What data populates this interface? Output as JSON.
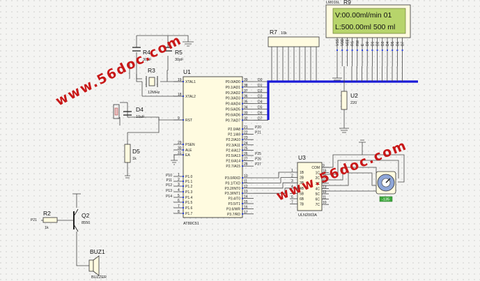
{
  "watermark": "www.56doc.com",
  "lcd": {
    "ref": "R9",
    "part": "LM016L",
    "line1": "V:00.00ml/min  01",
    "line2": "L:500.00ml 500 ml",
    "pins": [
      "VSS",
      "VDD",
      "VEE",
      "RS",
      "RW",
      "E",
      "D0",
      "D1",
      "D2",
      "D3",
      "D4",
      "D5",
      "D6",
      "D7"
    ]
  },
  "mcu": {
    "ref": "U1",
    "part": "AT89C51",
    "left_pins": [
      {
        "num": "19",
        "name": "XTAL1"
      },
      {
        "num": "18",
        "name": "XTAL2"
      },
      {
        "num": "9",
        "name": "RST"
      },
      {
        "num": "29",
        "name": "PSEN"
      },
      {
        "num": "30",
        "name": "ALE"
      },
      {
        "num": "31",
        "name": "EA"
      },
      {
        "num": "1",
        "name": "P1.0"
      },
      {
        "num": "2",
        "name": "P1.1"
      },
      {
        "num": "3",
        "name": "P1.2"
      },
      {
        "num": "4",
        "name": "P1.3"
      },
      {
        "num": "5",
        "name": "P1.4"
      },
      {
        "num": "6",
        "name": "P1.5"
      },
      {
        "num": "7",
        "name": "P1.6"
      },
      {
        "num": "8",
        "name": "P1.7"
      }
    ],
    "right_pins": [
      {
        "num": "39",
        "name": "P0.0/AD0"
      },
      {
        "num": "38",
        "name": "P0.1/AD1"
      },
      {
        "num": "37",
        "name": "P0.2/AD2"
      },
      {
        "num": "36",
        "name": "P0.3/AD3"
      },
      {
        "num": "35",
        "name": "P0.4/AD4"
      },
      {
        "num": "34",
        "name": "P0.5/AD5"
      },
      {
        "num": "33",
        "name": "P0.6/AD6"
      },
      {
        "num": "32",
        "name": "P0.7/AD7"
      },
      {
        "num": "21",
        "name": "P2.0/A8"
      },
      {
        "num": "22",
        "name": "P2.1/A9"
      },
      {
        "num": "23",
        "name": "P2.2/A10"
      },
      {
        "num": "24",
        "name": "P2.3/A11"
      },
      {
        "num": "25",
        "name": "P2.4/A12"
      },
      {
        "num": "26",
        "name": "P2.5/A13"
      },
      {
        "num": "27",
        "name": "P2.6/A14"
      },
      {
        "num": "28",
        "name": "P2.7/A15"
      },
      {
        "num": "10",
        "name": "P3.0/RXD"
      },
      {
        "num": "11",
        "name": "P3.1/TXD"
      },
      {
        "num": "12",
        "name": "P3.2/INT0"
      },
      {
        "num": "13",
        "name": "P3.3/INT1"
      },
      {
        "num": "14",
        "name": "P3.4/T0"
      },
      {
        "num": "15",
        "name": "P3.5/T1"
      },
      {
        "num": "16",
        "name": "P3.6/WR"
      },
      {
        "num": "17",
        "name": "P3.7/RD"
      }
    ],
    "bus_labels": [
      "D0",
      "D1",
      "D2",
      "D3",
      "D4",
      "D5",
      "D6",
      "D7"
    ],
    "p2_labels": [
      "P20",
      "P21",
      "P25",
      "P26",
      "P27"
    ],
    "p1_labels": [
      "P10",
      "P11",
      "P12",
      "P13",
      "P14"
    ]
  },
  "r7": {
    "ref": "R7",
    "value": "10k"
  },
  "r3": {
    "ref": "R3",
    "value": "12MHz"
  },
  "r4": {
    "ref": "R4",
    "value": "30pF"
  },
  "r5": {
    "ref": "R5",
    "value": "30pF"
  },
  "d4": {
    "ref": "D4",
    "value": "10uF"
  },
  "d5": {
    "ref": "D5",
    "value": "1k"
  },
  "u2": {
    "ref": "U2",
    "value": "220"
  },
  "u3": {
    "ref": "U3",
    "part": "ULN2003A",
    "left": [
      "1B",
      "2B",
      "3B",
      "4B",
      "5B",
      "6B",
      "7B"
    ],
    "right": [
      "COM",
      "1C",
      "2C",
      "3C",
      "4C",
      "5C",
      "6C",
      "7C"
    ],
    "pin_left": [
      "1",
      "2",
      "3",
      "4",
      "5",
      "6",
      "7"
    ],
    "pin_right": [
      "9",
      "16",
      "15",
      "14",
      "13",
      "12",
      "11",
      "10"
    ]
  },
  "r2": {
    "ref": "R2",
    "value": "1k",
    "net": "P21"
  },
  "q2": {
    "ref": "Q2",
    "value": "8550"
  },
  "buz": {
    "ref": "BUZ1",
    "value": "BUZZER"
  },
  "motor": {
    "readout": "-135"
  }
}
